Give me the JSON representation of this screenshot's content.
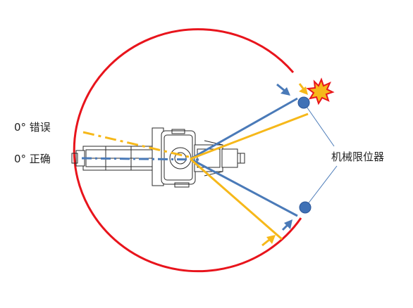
{
  "labels": {
    "wrong": "0° 错误",
    "correct": "0° 正确",
    "limiter": "机械限位器"
  },
  "colors": {
    "boundary": "#e8141c",
    "blue_line": "#4a7ab8",
    "yellow_line": "#f6b81a",
    "limiter_dot": "#3f71b6",
    "star_fill": "#f6b81a",
    "star_stroke": "#e8141c",
    "robot_outline": "#2a2a2a"
  },
  "icons": {
    "collision": "collision-star-icon",
    "limiter": "limiter-dot-icon"
  }
}
